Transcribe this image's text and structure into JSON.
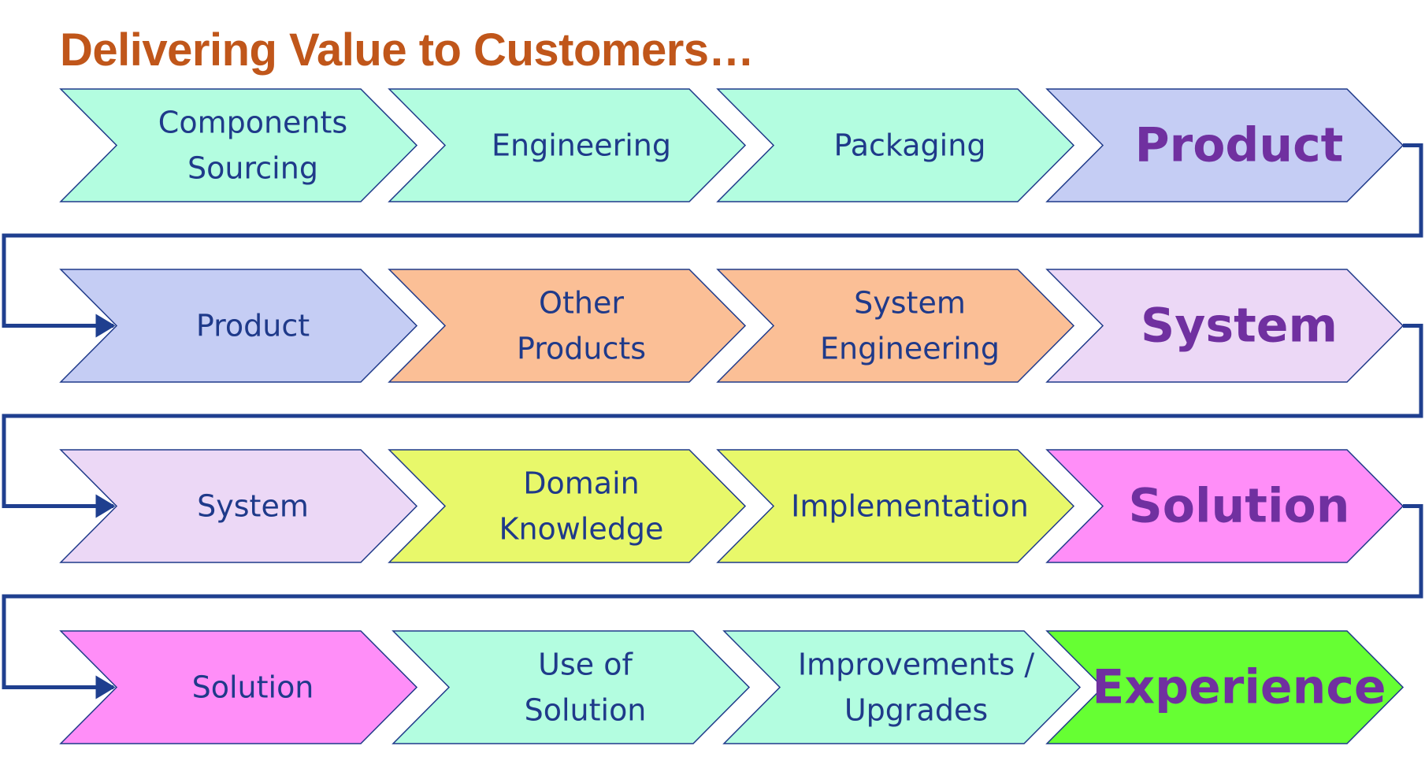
{
  "title": "Delivering Value to Customers…",
  "colors": {
    "title": "#c0561a",
    "text": "#1f3a8a",
    "emphasis_text": "#7030a0",
    "outline": "#1f3a8a",
    "connector": "#1f3f8f"
  },
  "rows": [
    {
      "steps": [
        {
          "lines": [
            "Components",
            "Sourcing"
          ],
          "fill": "#b3fde0",
          "emphasis": false
        },
        {
          "lines": [
            "Engineering"
          ],
          "fill": "#b3fde0",
          "emphasis": false
        },
        {
          "lines": [
            "Packaging"
          ],
          "fill": "#b3fde0",
          "emphasis": false
        },
        {
          "lines": [
            "Product"
          ],
          "fill": "#c5cdf4",
          "emphasis": true
        }
      ]
    },
    {
      "steps": [
        {
          "lines": [
            "Product"
          ],
          "fill": "#c5cdf4",
          "emphasis": false
        },
        {
          "lines": [
            "Other",
            "Products"
          ],
          "fill": "#fbbf96",
          "emphasis": false
        },
        {
          "lines": [
            "System",
            "Engineering"
          ],
          "fill": "#fbbf96",
          "emphasis": false
        },
        {
          "lines": [
            "System"
          ],
          "fill": "#ecd8f6",
          "emphasis": true
        }
      ]
    },
    {
      "steps": [
        {
          "lines": [
            "System"
          ],
          "fill": "#ecd8f6",
          "emphasis": false
        },
        {
          "lines": [
            "Domain",
            "Knowledge"
          ],
          "fill": "#e8f86a",
          "emphasis": false
        },
        {
          "lines": [
            "Implementation"
          ],
          "fill": "#e8f86a",
          "emphasis": false
        },
        {
          "lines": [
            "Solution"
          ],
          "fill": "#ff8ef8",
          "emphasis": true
        }
      ]
    },
    {
      "steps": [
        {
          "lines": [
            "Solution"
          ],
          "fill": "#ff8ef8",
          "emphasis": false
        },
        {
          "lines": [
            "Use of",
            "Solution"
          ],
          "fill": "#b3fde0",
          "emphasis": false
        },
        {
          "lines": [
            "Improvements /",
            "Upgrades"
          ],
          "fill": "#b3fde0",
          "emphasis": false
        },
        {
          "lines": [
            "Experience"
          ],
          "fill": "#66ff33",
          "emphasis": true
        }
      ]
    }
  ]
}
